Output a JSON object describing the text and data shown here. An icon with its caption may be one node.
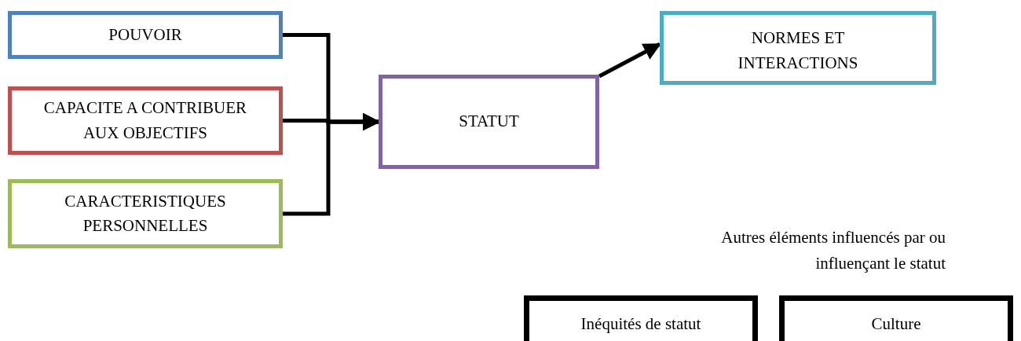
{
  "diagram": {
    "nodes": [
      {
        "text": [
          "POUVOIR"
        ]
      },
      {
        "text": [
          "CAPACITE A CONTRIBUER AUX OBJECTIFS"
        ]
      },
      {
        "text": [
          "CARACTERISTIQUES PERSONNELLES"
        ]
      },
      {
        "text": [
          "STATUT"
        ]
      },
      {
        "text": [
          "NORMES ET INTERACTIONS"
        ]
      },
      {
        "text": [
          "Inéquités de statut"
        ]
      },
      {
        "text": [
          "Culture"
        ]
      }
    ],
    "edges": [
      {
        "from": 0,
        "to": 3,
        "arrow": "to"
      },
      {
        "from": 1,
        "to": 3,
        "arrow": "to"
      },
      {
        "from": 2,
        "to": 3,
        "arrow": "to"
      },
      {
        "from": 3,
        "to": 4,
        "arrow": "to"
      }
    ],
    "labels": [
      "Autres éléments influencés par ou influençant le statut"
    ]
  }
}
